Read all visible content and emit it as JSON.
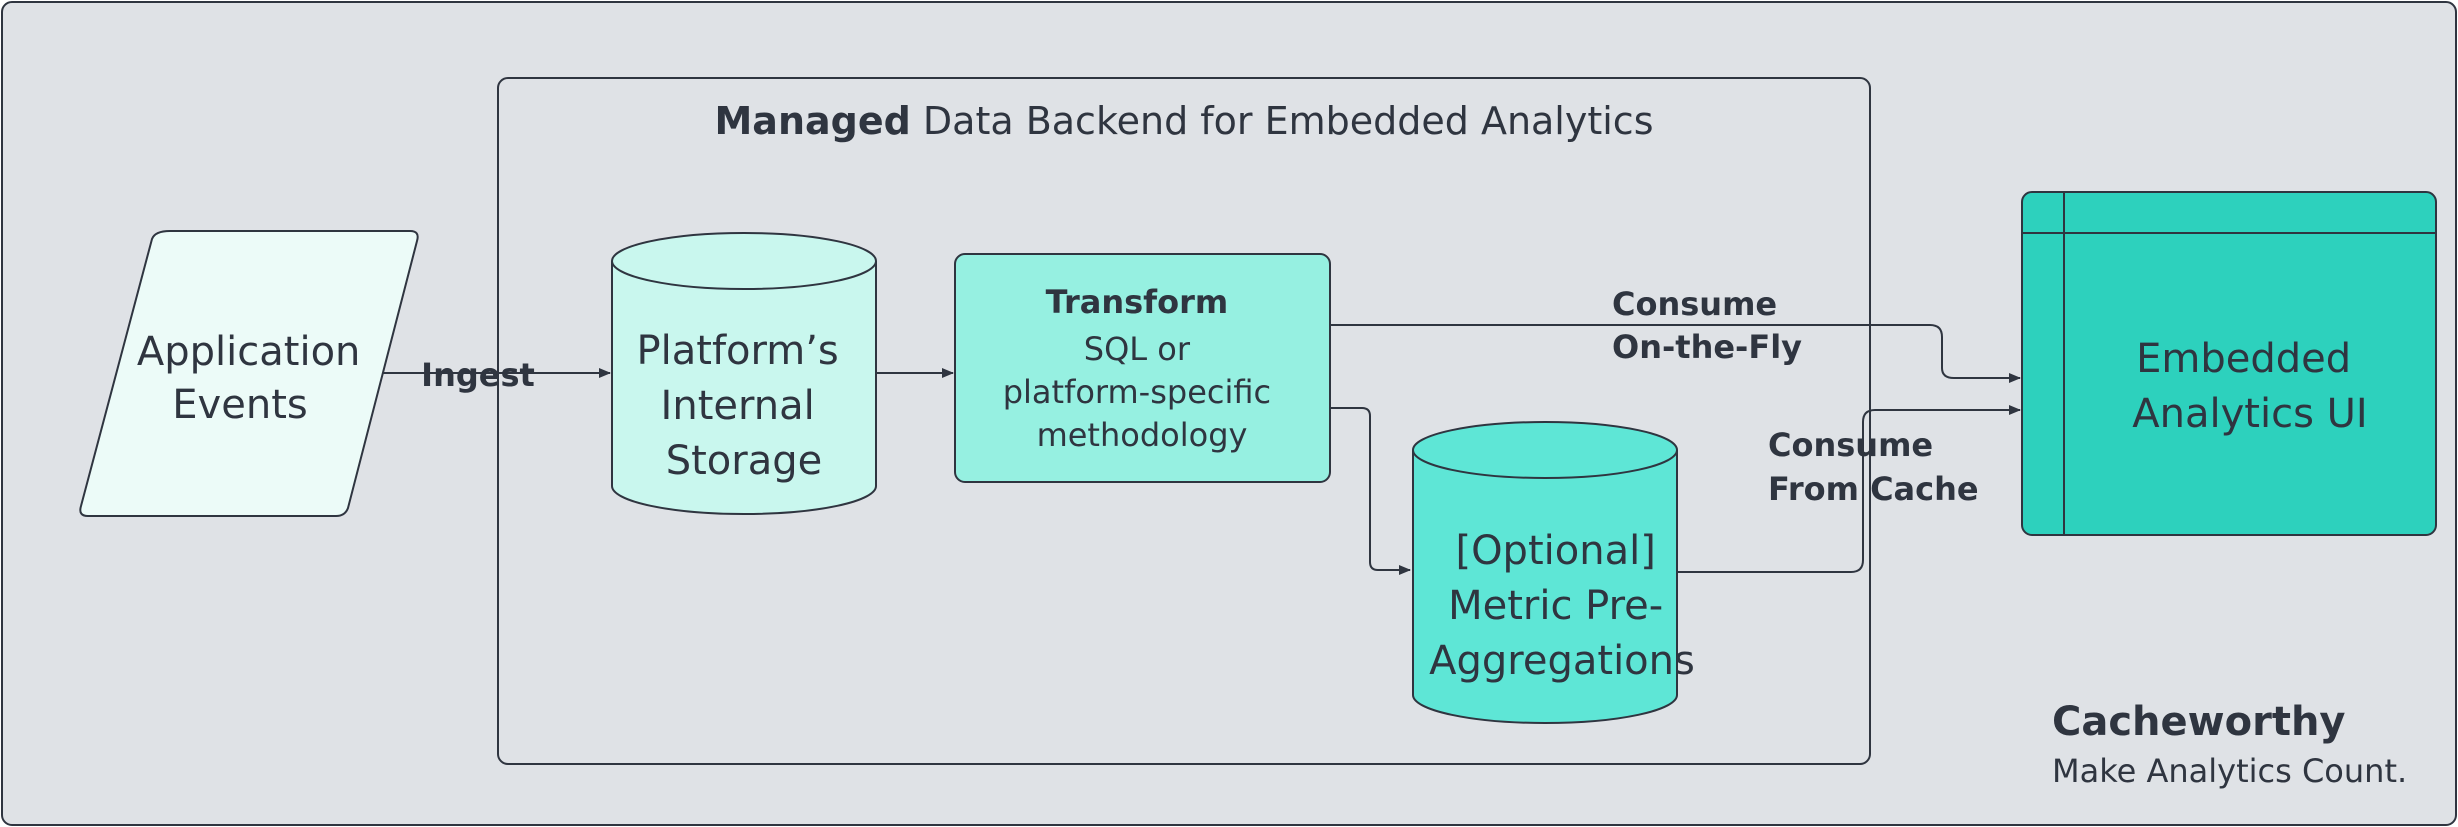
{
  "container_title": {
    "bold": "Managed",
    "rest": " Data Backend for Embedded Analytics"
  },
  "nodes": {
    "app_events": {
      "lines": [
        "Application",
        "Events"
      ]
    },
    "storage": {
      "lines": [
        "Platform’s",
        "Internal",
        "Storage"
      ]
    },
    "transform": {
      "title": "Transform",
      "lines": [
        "SQL or",
        "platform-specific",
        "methodology"
      ]
    },
    "preagg": {
      "lines": [
        "[Optional]",
        "Metric Pre-",
        "Aggregations"
      ]
    },
    "ui": {
      "lines": [
        "Embedded",
        "Analytics UI"
      ]
    }
  },
  "edges": {
    "ingest": "Ingest",
    "on_the_fly": [
      "Consume",
      "On-the-Fly"
    ],
    "from_cache": [
      "Consume",
      "From Cache"
    ]
  },
  "brand": {
    "name": "Cacheworthy",
    "tagline": "Make Analytics Count."
  },
  "colors": {
    "background": "#dfe2e6",
    "stroke": "#2f3540",
    "text": "#2f3540",
    "app_events_fill": "#ecfbf8",
    "storage_fill": "#c9f7ee",
    "transform_fill": "#96f0e1",
    "preagg_fill": "#5ee6d6",
    "ui_fill": "#2dd1bd"
  }
}
